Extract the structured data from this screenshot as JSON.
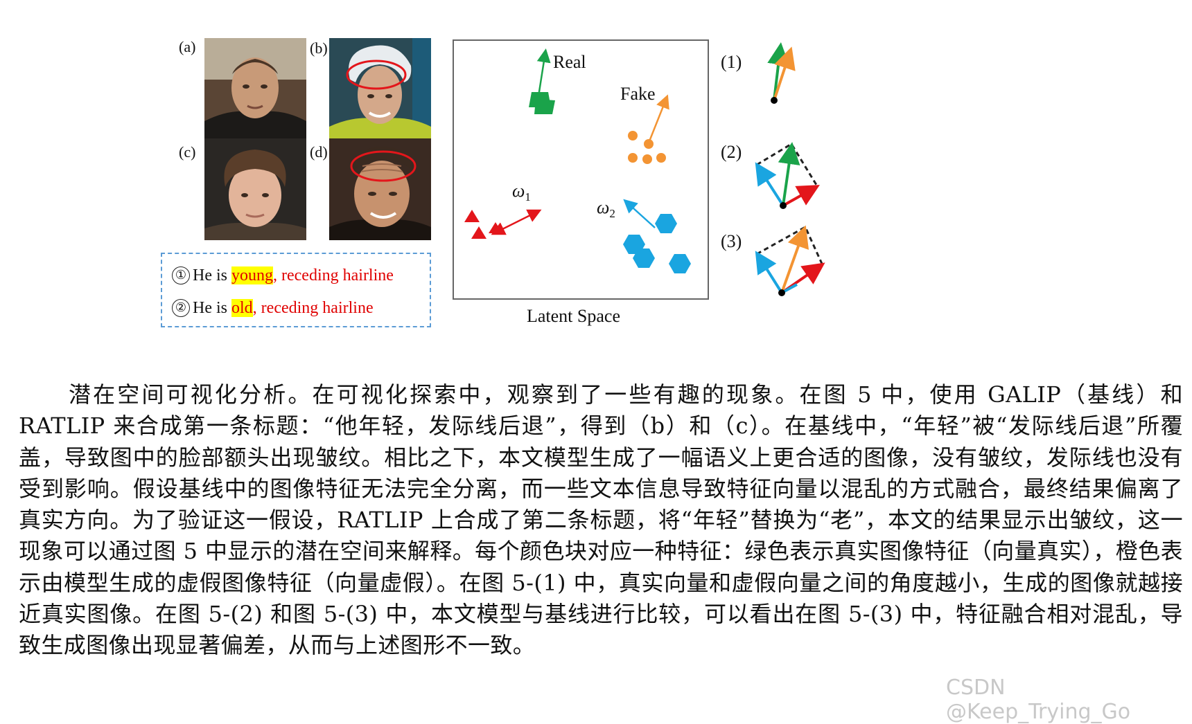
{
  "figure": {
    "panel_labels": {
      "a": "(a)",
      "b": "(b)",
      "c": "(c)",
      "d": "(d)"
    },
    "captions": [
      {
        "num": "①",
        "prefix": "He is ",
        "highlight": "young",
        "suffix": ", receding hairline"
      },
      {
        "num": "②",
        "prefix": "He is ",
        "highlight": "old",
        "suffix": ", receding hairline"
      }
    ],
    "latent": {
      "real": "Real",
      "fake": "Fake",
      "omega1": "ω",
      "omega1_sub": "1",
      "omega2": "ω",
      "omega2_sub": "2",
      "title": "Latent Space"
    },
    "vectors": {
      "one": "(1)",
      "two": "(2)",
      "three": "(3)"
    },
    "colors": {
      "real": "#1aa34a",
      "fake": "#f39433",
      "red": "#e3161b",
      "blue": "#1aa5e0",
      "highlight": "#ffff00",
      "dashed_border": "#5b9bd5"
    }
  },
  "body": {
    "paragraph": "潜在空间可视化分析。在可视化探索中，观察到了一些有趣的现象。在图 5 中，使用 GALIP（基线）和 RATLIP 来合成第一条标题：“他年轻，发际线后退”，得到（b）和（c）。在基线中，“年轻”被“发际线后退”所覆盖，导致图中的脸部额头出现皱纹。相比之下，本文模型生成了一幅语义上更合适的图像，没有皱纹，发际线也没有受到影响。假设基线中的图像特征无法完全分离，而一些文本信息导致特征向量以混乱的方式融合，最终结果偏离了真实方向。为了验证这一假设，RATLIP 上合成了第二条标题，将“年轻”替换为“老”，本文的结果显示出皱纹，这一现象可以通过图 5 中显示的潜在空间来解释。每个颜色块对应一种特征：绿色表示真实图像特征（向量真实），橙色表示由模型生成的虚假图像特征（向量虚假）。在图 5-(1) 中，真实向量和虚假向量之间的角度越小，生成的图像就越接近真实图像。在图 5-(2) 和图 5-(3) 中，本文模型与基线进行比较，可以看出在图 5-(3) 中，特征融合相对混乱，导致生成图像出现显著偏差，从而与上述图形不一致。"
  },
  "watermark": "CSDN @Keep_Trying_Go"
}
